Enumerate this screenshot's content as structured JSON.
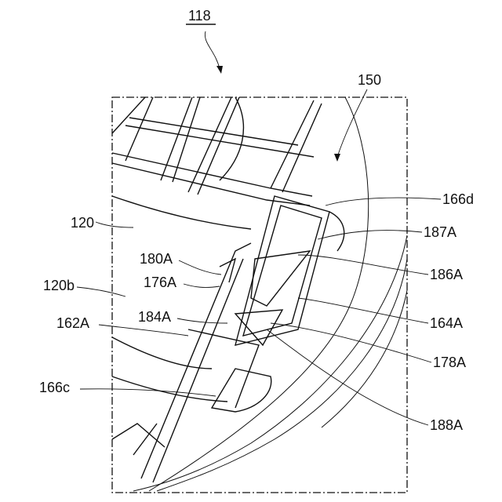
{
  "figure": {
    "title_ref": "118",
    "labels": {
      "l150": "150",
      "l166d": "166d",
      "l187A": "187A",
      "l120": "120",
      "l186A": "186A",
      "l180A": "180A",
      "l176A": "176A",
      "l120b": "120b",
      "l164A": "164A",
      "l184A": "184A",
      "l162A": "162A",
      "l178A": "178A",
      "l166c": "166c",
      "l188A": "188A"
    }
  }
}
